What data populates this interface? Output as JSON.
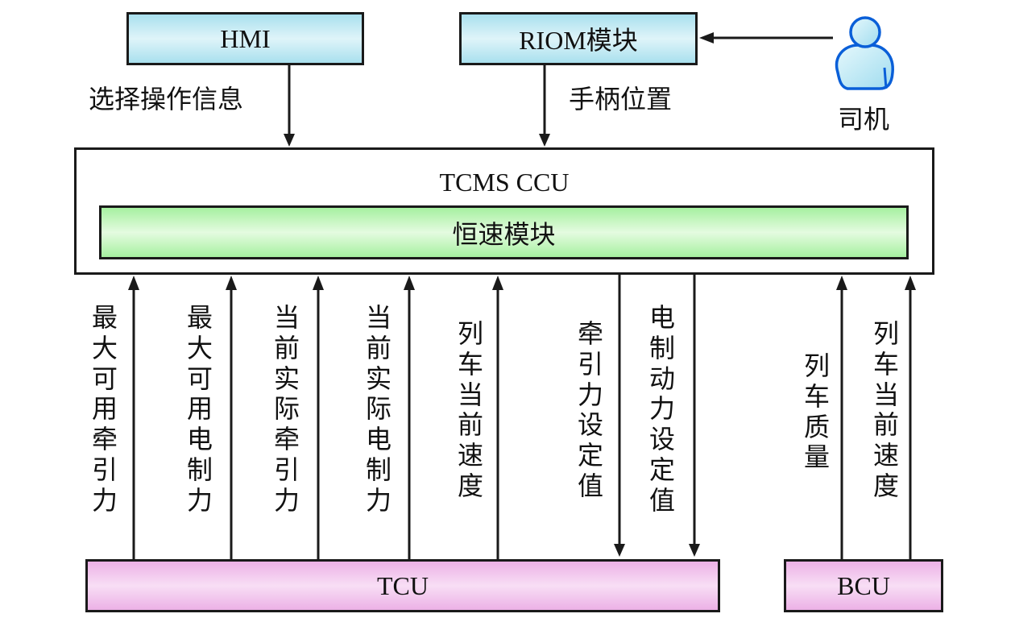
{
  "nodes": {
    "hmi": "HMI",
    "riom": "RIOM模块",
    "driver": "司机",
    "ccu": "TCMS CCU",
    "cruise": "恒速模块",
    "tcu": "TCU",
    "bcu": "BCU"
  },
  "edges": {
    "hmi_to_ccu": "选择操作信息",
    "riom_to_ccu": "手柄位置",
    "tcu_up": [
      "最大可用牵引力",
      "最大可用电制力",
      "当前实际牵引力",
      "当前实际电制力",
      "列车当前速度"
    ],
    "ccu_down": [
      "牵引力设定值",
      "电制动力设定值"
    ],
    "bcu_up": [
      "列车质量",
      "列车当前速度"
    ]
  },
  "colors": {
    "io_box": "#bfe8f2",
    "module_box": "#c6f5c0",
    "unit_box": "#f2c6ee",
    "driver_icon": "#0a5fd8"
  }
}
